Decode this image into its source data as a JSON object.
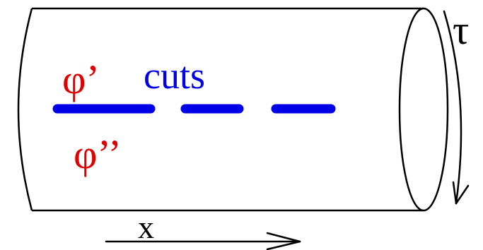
{
  "labels": {
    "phi_prime": "φ’",
    "phi_double_prime": "φ’’",
    "cuts": "cuts",
    "x": "x",
    "tau": "τ"
  },
  "colors": {
    "outline": "#000000",
    "phi": "#e00000",
    "cuts": "#0000e6"
  },
  "cuts": {
    "segments": 3
  }
}
